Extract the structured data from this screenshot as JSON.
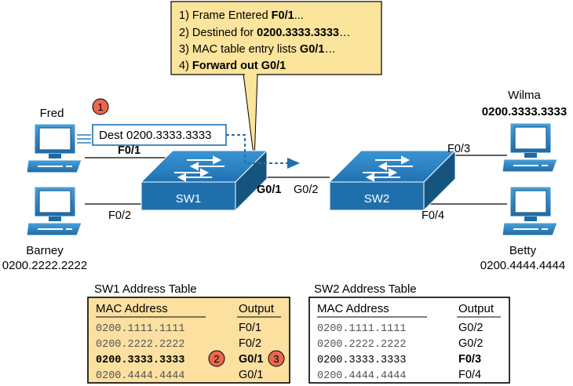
{
  "callout": {
    "lines": [
      {
        "prefix": "1) Frame Entered ",
        "strong": "F0/1",
        "suffix": "..."
      },
      {
        "prefix": "2) Destined for ",
        "strong": "0200.3333.3333",
        "suffix": "…"
      },
      {
        "prefix": "3) MAC table entry lists ",
        "strong": "G0/1",
        "suffix": "…"
      },
      {
        "prefix": "4) ",
        "strong": "Forward out G0/1",
        "suffix": ""
      }
    ]
  },
  "hosts": {
    "fred": {
      "name": "Fred"
    },
    "barney": {
      "name": "Barney",
      "mac": "0200.2222.2222"
    },
    "wilma": {
      "name": "Wilma",
      "mac": "0200.3333.3333"
    },
    "betty": {
      "name": "Betty",
      "mac": "0200.4444.4444"
    }
  },
  "frame": {
    "label": "Dest 0200.3333.3333"
  },
  "switches": {
    "sw1": {
      "name": "SW1"
    },
    "sw2": {
      "name": "SW2"
    }
  },
  "ports": {
    "sw1_f01": "F0/1",
    "sw1_f02": "F0/2",
    "sw1_g01": "G0/1",
    "sw2_g02": "G0/2",
    "sw2_f03": "F0/3",
    "sw2_f04": "F0/4"
  },
  "steps": {
    "one": "1",
    "two": "2",
    "three": "3"
  },
  "tables": {
    "sw1": {
      "title": "SW1 Address Table",
      "headers": [
        "MAC Address",
        "Output"
      ],
      "rows": [
        [
          "0200.1111.1111",
          "F0/1"
        ],
        [
          "0200.2222.2222",
          "F0/2"
        ],
        [
          "0200.3333.3333",
          "G0/1"
        ],
        [
          "0200.4444.4444",
          "G0/1"
        ]
      ]
    },
    "sw2": {
      "title": "SW2 Address Table",
      "headers": [
        "MAC Address",
        "Output"
      ],
      "rows": [
        [
          "0200.1111.1111",
          "G0/2"
        ],
        [
          "0200.2222.2222",
          "G0/2"
        ],
        [
          "0200.3333.3333",
          "F0/3"
        ],
        [
          "0200.4444.4444",
          "F0/4"
        ]
      ]
    }
  },
  "colors": {
    "callout_fill": "#fbe49b",
    "table_fill": "#fbe0a0",
    "switch_front": "#1f6fad",
    "switch_top": "#2b82c0",
    "switch_side": "#15547f",
    "pc_body": "#2c7fbf",
    "badge": "#e9674e",
    "link": "#1f6fad"
  }
}
